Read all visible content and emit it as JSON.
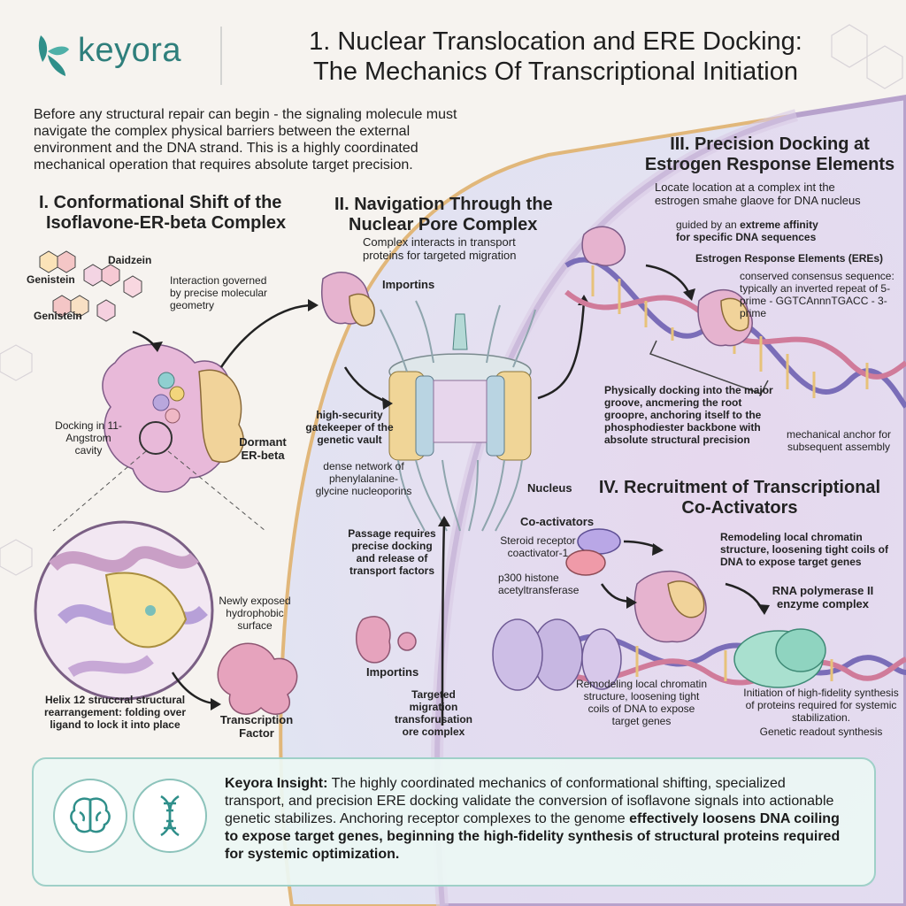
{
  "brand": {
    "name": "keyora",
    "accent": "#2f8f8a"
  },
  "header": {
    "title_line1": "1. Nuclear Translocation and ERE Docking:",
    "title_line2": "The Mechanics Of Transcriptional Initiation"
  },
  "intro": "Before any structural repair can begin - the signaling molecule must navigate the complex physical barriers between the external environment and the DNA strand. This is a highly coordinated mechanical operation that requires absolute target precision.",
  "section1": {
    "title_line1": "I. Conformational Shift of the",
    "title_line2": "Isoflavone-ER-beta Complex",
    "daidzein": "Daidzein",
    "genistein_a": "Genistein",
    "genistein_b": "Genistein",
    "interaction": "Interaction governed by precise molecular geometry",
    "docking": "Docking in 11-Angstrom cavity",
    "dormant": "Dormant ER-beta",
    "hydrophobic": "Newly exposed hydrophobic surface",
    "helix": "Helix 12 struccral structural rearrangement: folding over ligand to lock it into place",
    "tf": "Transcription Factor"
  },
  "section2": {
    "title_line1": "II. Navigation Through the",
    "title_line2": "Nuclear Pore Complex",
    "subtitle": "Complex interacts in transport proteins for targeted migration",
    "importins_top": "Importins",
    "gatekeeper": "high-security gatekeeper of the genetic vault",
    "network": "dense network of phenylalanine-glycine nucleoporins",
    "passage": "Passage requires precise docking and release of transport factors",
    "importins_bottom": "Importins",
    "targeted": "Targeted migration transforusation ore complex",
    "nucleus": "Nucleus"
  },
  "section3": {
    "title_line1": "III. Precision Docking at",
    "title_line2": "Estrogen Response Elements",
    "subtitle": "Locate location at a complex int the estrogen smahe glaove for DNA nucleus",
    "affinity_pre": "guided by an ",
    "affinity_bold": "extreme affinity for specific DNA sequences",
    "eres": "Estrogen Response Elements (EREs)",
    "consensus": "conserved consensus sequence: typically an inverted repeat of 5-prime - GGTCAnnnTGACC - 3-prime",
    "physically": "Physically docking into the major groove, ancmering the root groopre, anchoring itself to the phosphodiester backbone with absolute structural precision",
    "anchor": "mechanical anchor for subsequent assembly"
  },
  "section4": {
    "title_line1": "IV. Recruitment of Transcriptional",
    "title_line2": "Co-Activators",
    "coactivators": "Co-activators",
    "src1": "Steroid receptor coactivator-1",
    "p300": "p300 histone acetyltransferase",
    "remodel_top": "Remodeling local chromatin structure, loosening tight coils of DNA to expose target genes",
    "remodel_bottom": "Remodeling local chromatin structure, loosening tight coils of DNA to expose target genes",
    "rnapol": "RNA polymerase II enzyme complex",
    "initiation": "Initiation of high-fidelity synthesis of proteins required for systemic stabilization.",
    "readout": "Genetic readout synthesis"
  },
  "insight": {
    "label": "Keyora Insight:",
    "text": " The highly coordinated mechanics of conformational shifting, specialized transport, and precision ERE docking validate the conversion of isoflavone signals into actionable genetic stabilizes. Anchoring receptor complexes to the genome ",
    "bold": "effectively loosens DNA coiling to expose target genes, beginning the high-fidelity synthesis of structural proteins required for systemic optimization.",
    "icon1": "brain-icon",
    "icon2": "dna-icon"
  }
}
